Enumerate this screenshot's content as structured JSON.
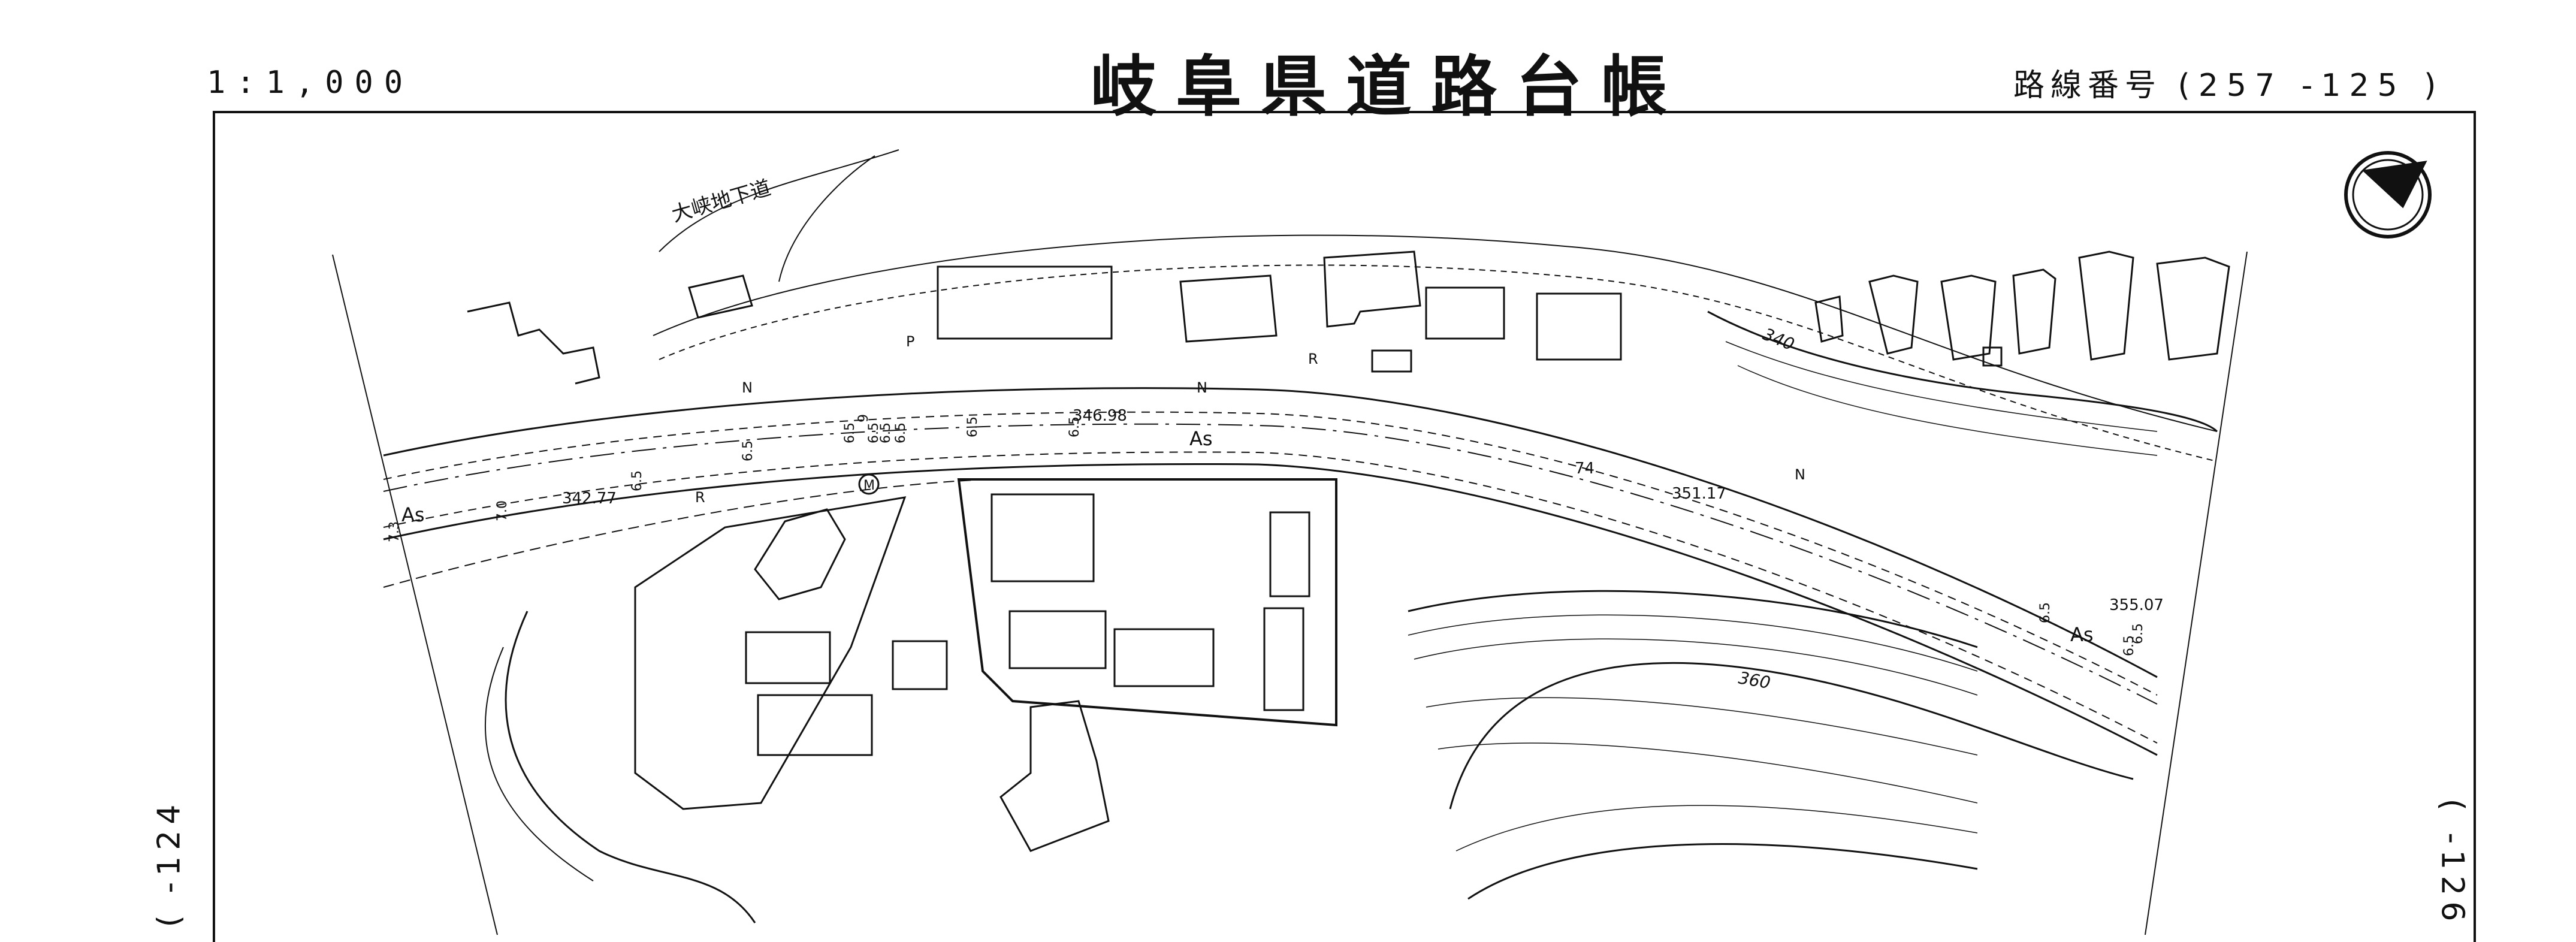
{
  "header": {
    "scale": "1:1,000",
    "title": "岐阜県道路台帳",
    "route_prefix": "路線番号",
    "route_number": "(257  -125  )"
  },
  "sidebar": {
    "left_ref": "(  -124",
    "right_ref": "(  -126"
  },
  "map": {
    "place_label": "大峡地下道",
    "elevations": [
      "342.77",
      "346.98",
      "351.17",
      "355.07"
    ],
    "contours": [
      "340",
      "360"
    ],
    "surface_labels": [
      "As",
      "As",
      "As"
    ],
    "width_labels": [
      "7.3",
      "7.0",
      "6.5",
      "6.5",
      "6.5",
      "6.5",
      "6.5",
      "6.5",
      "6.5",
      "9",
      "6.5",
      "6.5",
      "6.5",
      "6.5"
    ],
    "point_labels": [
      "74"
    ],
    "letters": [
      "N",
      "N",
      "N",
      "P",
      "R",
      "R"
    ],
    "symbol_m": "M"
  }
}
